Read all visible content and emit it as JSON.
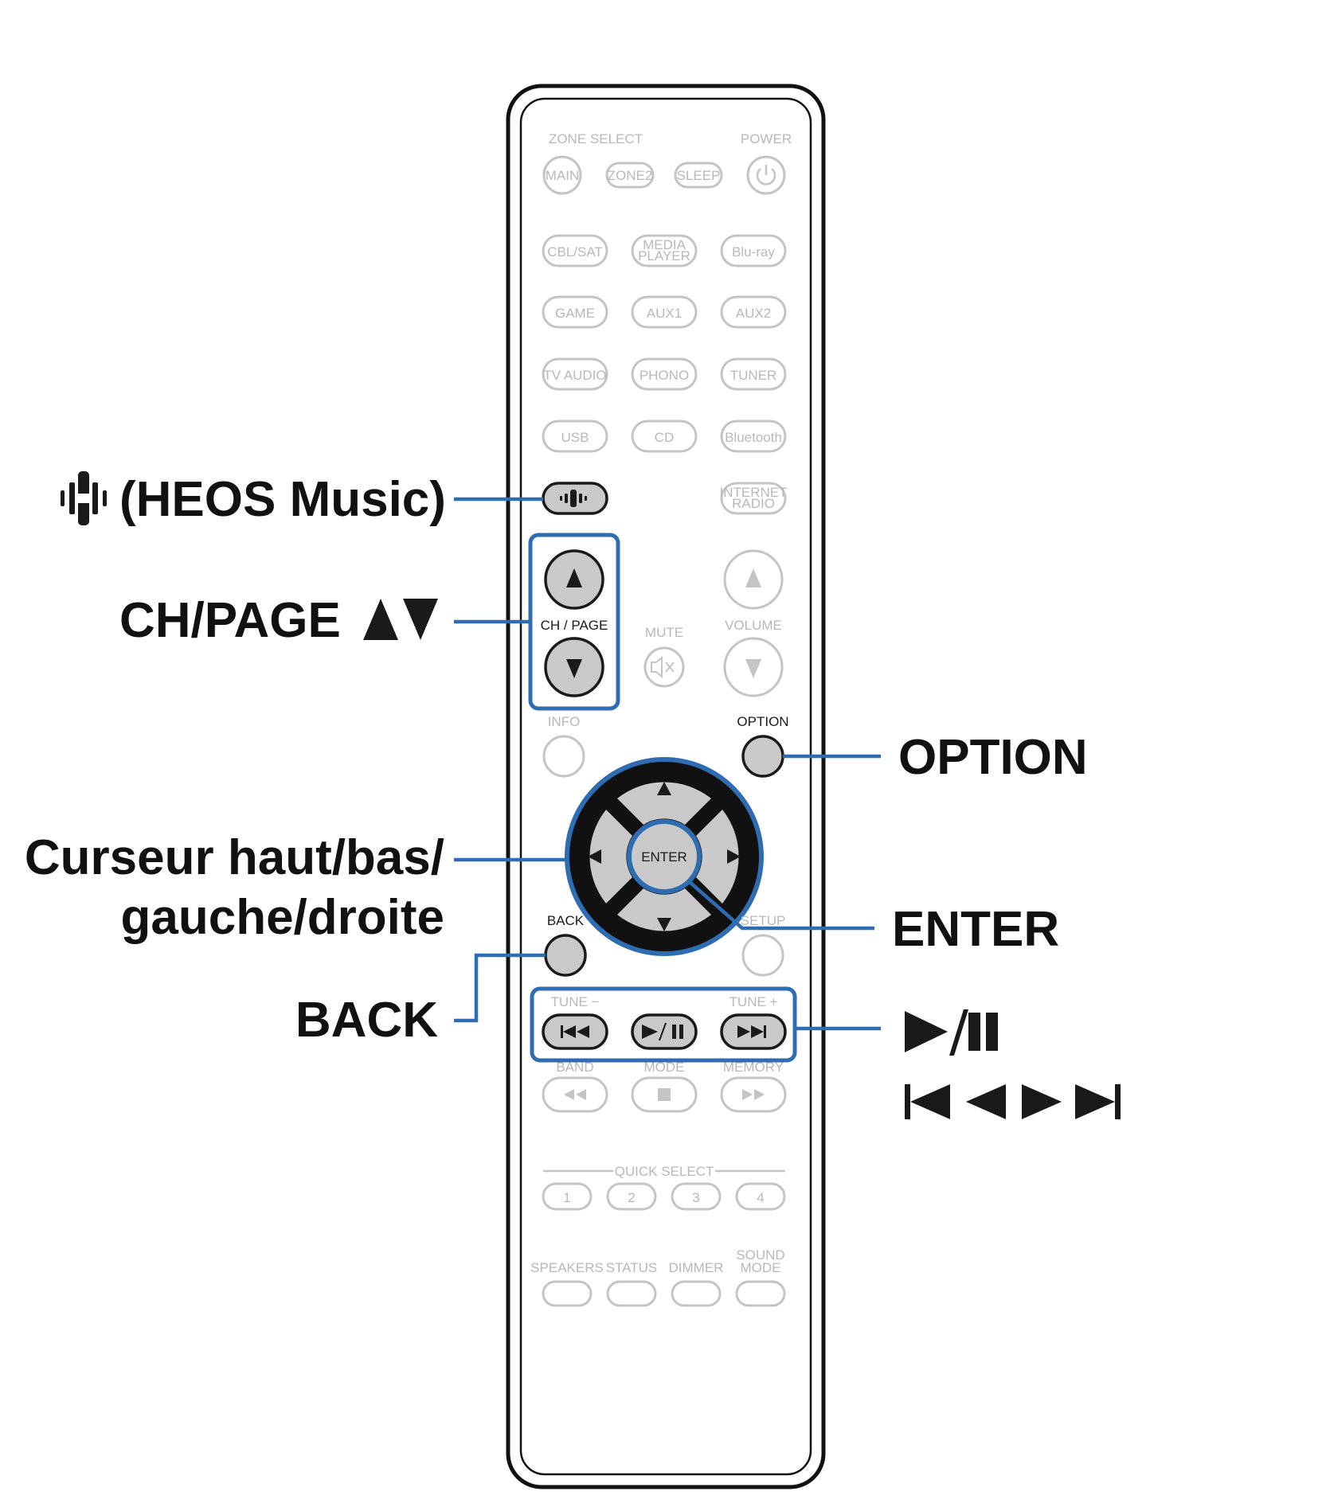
{
  "remote": {
    "zone_select": "ZONE SELECT",
    "power": "POWER",
    "top_row": [
      "MAIN",
      "ZONE2",
      "SLEEP"
    ],
    "sources": [
      [
        "CBL/SAT",
        "MEDIA PLAYER",
        "Blu-ray"
      ],
      [
        "GAME",
        "AUX1",
        "AUX2"
      ],
      [
        "TV AUDIO",
        "PHONO",
        "TUNER"
      ],
      [
        "USB",
        "CD",
        "Bluetooth"
      ]
    ],
    "media_player_l1": "MEDIA",
    "media_player_l2": "PLAYER",
    "internet_radio_l1": "INTERNET",
    "internet_radio_l2": "RADIO",
    "ch_page": "CH / PAGE",
    "mute": "MUTE",
    "volume": "VOLUME",
    "info": "INFO",
    "option": "OPTION",
    "enter": "ENTER",
    "back": "BACK",
    "setup": "SETUP",
    "tune_minus": "TUNE −",
    "tune_plus": "TUNE +",
    "band": "BAND",
    "mode": "MODE",
    "memory": "MEMORY",
    "quick_select": "QUICK SELECT",
    "quick_numbers": [
      "1",
      "2",
      "3",
      "4"
    ],
    "bottom_labels": [
      "SPEAKERS",
      "STATUS",
      "DIMMER"
    ],
    "sound_mode_l1": "SOUND",
    "sound_mode_l2": "MODE"
  },
  "callouts": {
    "heos": "(HEOS Music)",
    "ch_page": "CH/PAGE",
    "option": "OPTION",
    "cursor_l1": "Curseur haut/bas/",
    "cursor_l2": "gauche/droite",
    "enter": "ENTER",
    "back": "BACK",
    "play_pause": "►/❚❚",
    "skip": "⏮ ⏭"
  },
  "colors": {
    "highlight_blue": "#2f6db3",
    "active_button_gray": "#c9c9c9",
    "inactive_label_gray": "#b8b8b8"
  }
}
